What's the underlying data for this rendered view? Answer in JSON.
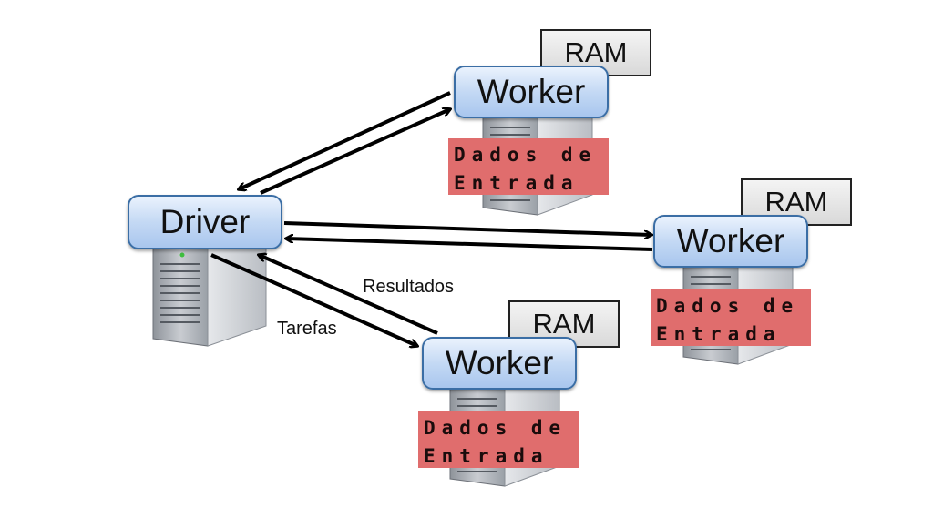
{
  "driver": {
    "label": "Driver"
  },
  "workers": [
    {
      "label": "Worker",
      "memory": "RAM",
      "data_line1": "Dados de",
      "data_line2": "Entrada"
    },
    {
      "label": "Worker",
      "memory": "RAM",
      "data_line1": "Dados de",
      "data_line2": "Entrada"
    },
    {
      "label": "Worker",
      "memory": "RAM",
      "data_line1": "Dados de",
      "data_line2": "Entrada"
    }
  ],
  "edges": {
    "tasks_label": "Tarefas",
    "results_label": "Resultados"
  },
  "colors": {
    "node_border": "#3b6ea5",
    "node_fill": "#c4d9f4",
    "input_fill": "#e06d6d",
    "arrow": "#000000"
  }
}
